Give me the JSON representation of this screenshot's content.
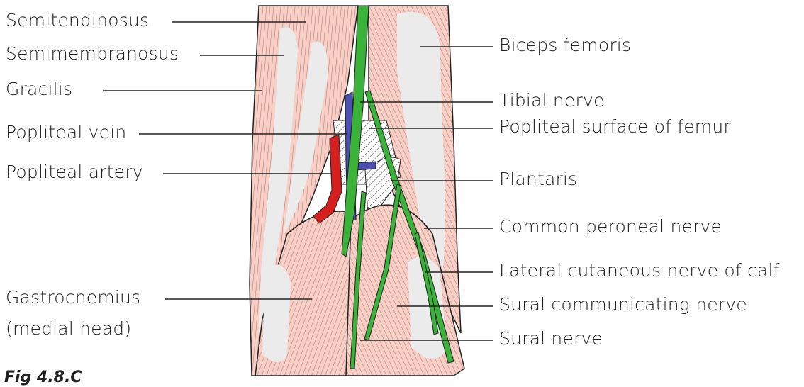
{
  "labels_left": {
    "semitendinosus": "Semitendinosus",
    "semimembranosus": "Semimembranosus",
    "gracilis": "Gracilis",
    "popliteal_vein": "Popliteal vein",
    "popliteal_artery": "Popliteal artery",
    "gastrocnemius_line1": "Gastrocnemius",
    "gastrocnemius_line2": "(medial head)"
  },
  "labels_right": {
    "biceps_femoris": "Biceps femoris",
    "tibial_nerve": "Tibial nerve",
    "popliteal_surface": "Popliteal surface of femur",
    "plantaris": "Plantaris",
    "common_peroneal_nerve": "Common peroneal nerve",
    "lateral_cutaneous_nerve": "Lateral cutaneous nerve of calf",
    "sural_communicating_nerve": "Sural communicating nerve",
    "sural_nerve": "Sural nerve"
  },
  "figure_caption": "Fig 4.8.C",
  "colors": {
    "muscle": "#f6cfc6",
    "muscle_stroke": "#b5665a",
    "tendon": "#ebebeb",
    "nerve": "#3bb33b",
    "artery": "#d61f1f",
    "vein": "#4b4fb0",
    "line": "#222222"
  }
}
